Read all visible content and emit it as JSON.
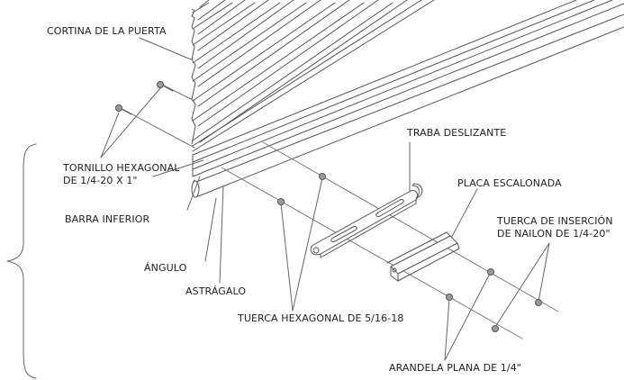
{
  "labels": {
    "door_curtain": "CORTINA DE LA PUERTA",
    "hex_bolt_line1": "TORNILLO HEXAGONAL",
    "hex_bolt_line2": "DE 1/4-20 X 1\"",
    "bottom_bar": "BARRA INFERIOR",
    "angle": "ÁNGULO",
    "astragal": "ASTRÁGALO",
    "hex_nut": "TUERCA HEXAGONAL DE 5/16-18",
    "slide_lock": "TRABA DESLIZANTE",
    "step_plate": "PLACA ESCALONADA",
    "nylon_nut_line1": "TUERCA DE INSERCIÓN",
    "nylon_nut_line2": "DE NAILON DE 1/4-20\"",
    "flat_washer": "ARANDELA PLANA DE 1/4\""
  },
  "colors": {
    "line": "#555555",
    "text": "#1f1f1f",
    "part_fill": "#ffffff",
    "shade": "#9a9a9a"
  }
}
